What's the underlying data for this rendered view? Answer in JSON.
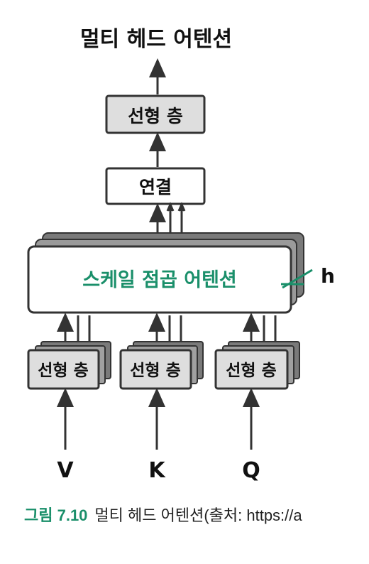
{
  "diagram": {
    "title": "멀티 헤드 어텐션",
    "top_linear": "선형 층",
    "concat": "연결",
    "attention": "스케일 점곱 어텐션",
    "heads": "h",
    "inputs": [
      {
        "layer": "선형 층",
        "label": "V"
      },
      {
        "layer": "선형 층",
        "label": "K"
      },
      {
        "layer": "선형 층",
        "label": "Q"
      }
    ],
    "colors": {
      "accent": "#1a8f6a",
      "box_fill": "#dedede",
      "stroke": "#333333"
    }
  },
  "caption": {
    "figure": "그림 7.10",
    "text": "멀티 헤드 어텐션(출처: https://a"
  }
}
